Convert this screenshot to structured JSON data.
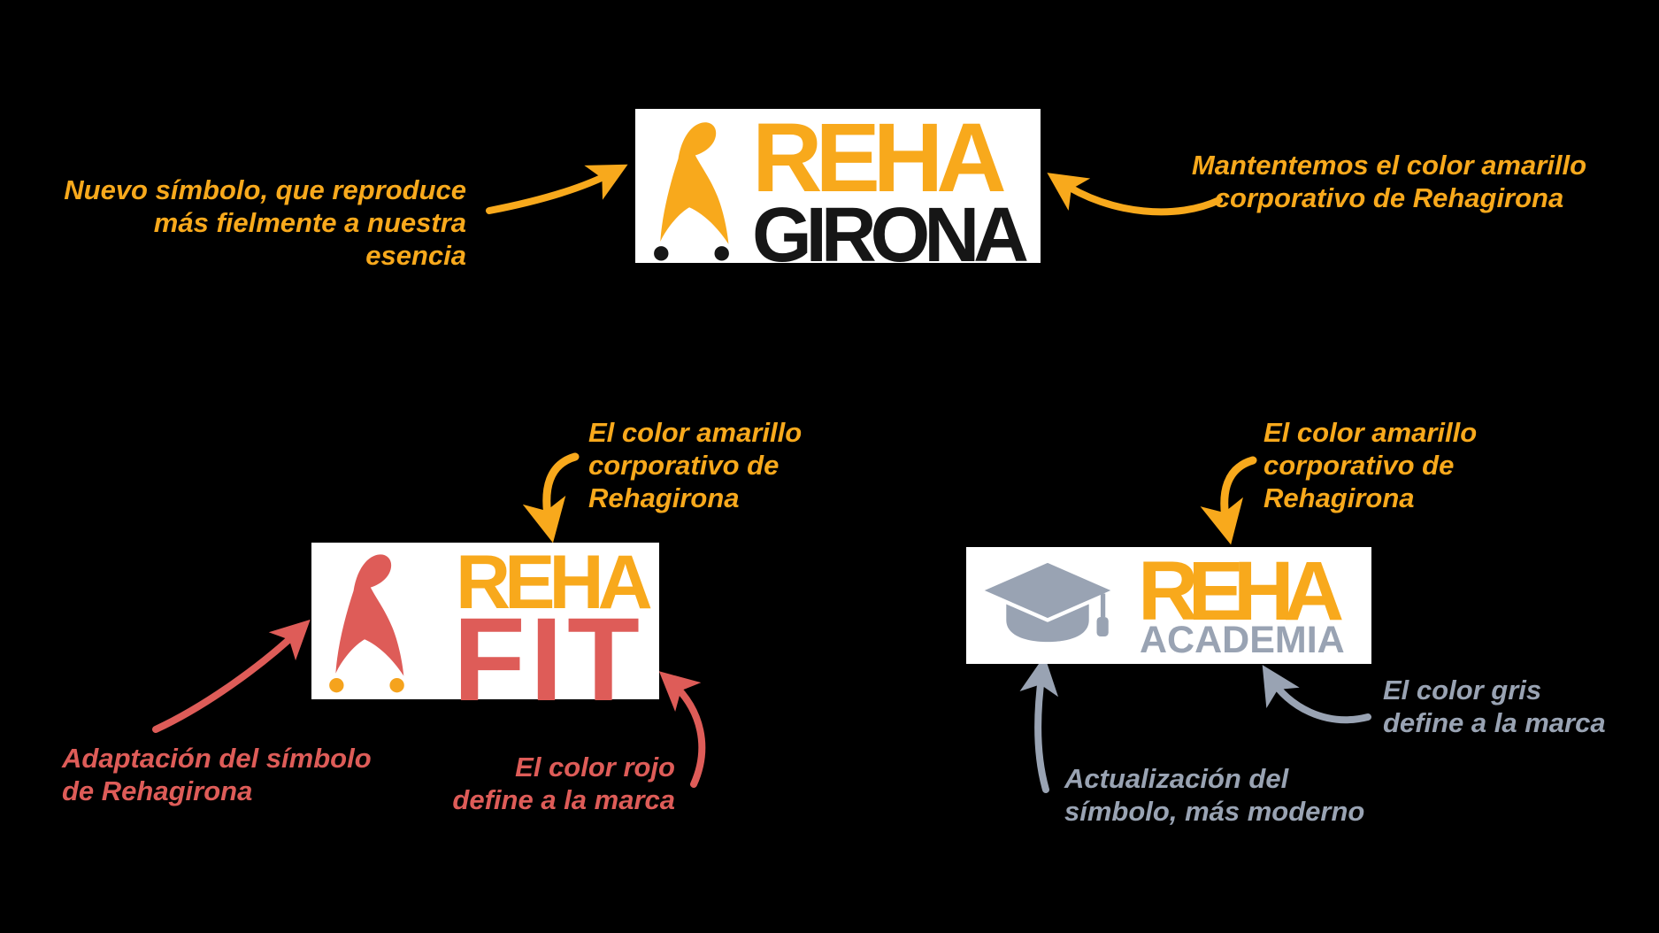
{
  "colors": {
    "background": "#000000",
    "logo_background": "#FFFFFF",
    "brand_yellow": "#F8A91C",
    "brand_red": "#DE5C58",
    "brand_gray": "#99A3B3",
    "girona_wordmark_black": "#161616",
    "fit_dots_orange": "#F5A31D"
  },
  "icons": {
    "rehagirona_symbol": "stylized-person-walker-symbol",
    "rehafit_symbol": "stylized-person-walker-symbol",
    "rehacademia_symbol": "graduation-cap"
  },
  "logos": {
    "girona": {
      "brand_top": "REHA",
      "brand_bottom": "GIRONA"
    },
    "fit": {
      "brand_top": "REHA",
      "brand_bottom": "FIT"
    },
    "academia": {
      "brand_top": "REHA",
      "brand_bottom": "ACADEMIA"
    }
  },
  "annotations": {
    "nuevo_simbolo": {
      "lines": [
        "Nuevo símbolo, que reproduce",
        "más fielmente a nuestra",
        "esencia"
      ]
    },
    "mantentemos": {
      "lines": [
        "Mantentemos el color amarillo",
        "corporativo de Rehagirona"
      ]
    },
    "fit_amarillo": {
      "lines": [
        "El color amarillo",
        "corporativo de",
        "Rehagirona"
      ]
    },
    "academia_amarillo": {
      "lines": [
        "El color amarillo",
        "corporativo de",
        "Rehagirona"
      ]
    },
    "adaptacion": {
      "lines": [
        "Adaptación del símbolo",
        "de Rehagirona"
      ]
    },
    "color_rojo": {
      "lines": [
        "El color rojo",
        "define a la marca"
      ]
    },
    "color_gris": {
      "lines": [
        "El color gris",
        "define a la marca"
      ]
    },
    "actualizacion": {
      "lines": [
        "Actualización del",
        "símbolo, más moderno"
      ]
    }
  }
}
